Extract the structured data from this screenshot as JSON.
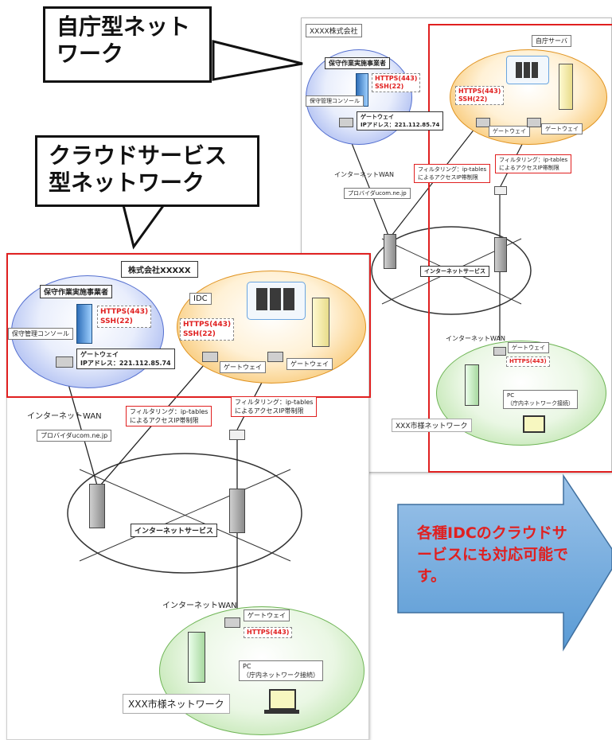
{
  "callouts": {
    "own": "自庁型ネットワーク",
    "cloud": "クラウドサービス型ネットワーク"
  },
  "arrow_text": "各種IDCのクラウドサービスにも対応可能です。",
  "colors": {
    "accent_red": "#e02020",
    "arrow_blue": "#5a9bd5"
  },
  "back": {
    "company": "XXXX株式会社",
    "vendor": "保守作業実施事業者",
    "console": "保守管理コンソール",
    "protocols": [
      "HTTPS(443)",
      "SSH(22)"
    ],
    "gateway_ip": [
      "ゲートウェイ",
      "IPアドレス：221.112.85.74"
    ],
    "wan": "インターネットWAN",
    "provider": "プロバイダucom.ne.jp",
    "filter": [
      "フィルタリング：ip-tables",
      "によるアクセスIP帯制限"
    ],
    "own_server": "自庁サーバ",
    "gateway": "ゲートウェイ",
    "internet": "インターネットサービス",
    "wan2": "インターネットWAN",
    "https": "HTTPS(443)",
    "pc": [
      "PC",
      "（庁内ネットワーク接続）"
    ],
    "city": "XXX市様ネットワーク"
  },
  "front": {
    "company": "株式会社XXXXX",
    "vendor": "保守作業実施事業者",
    "console": "保守管理コンソール",
    "protocols": [
      "HTTPS(443)",
      "SSH(22)"
    ],
    "gateway_ip": [
      "ゲートウェイ",
      "IPアドレス：221.112.85.74"
    ],
    "idc": "IDC",
    "gateway": "ゲートウェイ",
    "wan": "インターネットWAN",
    "provider": "プロバイダucom.ne.jp",
    "filter": [
      "フィルタリング：ip-tables",
      "によるアクセスIP帯制限"
    ],
    "internet": "インターネットサービス",
    "wan2": "インターネットWAN",
    "https": "HTTPS(443)",
    "pc": [
      "PC",
      "（庁内ネットワーク接続）"
    ],
    "city": "XXX市様ネットワーク"
  }
}
